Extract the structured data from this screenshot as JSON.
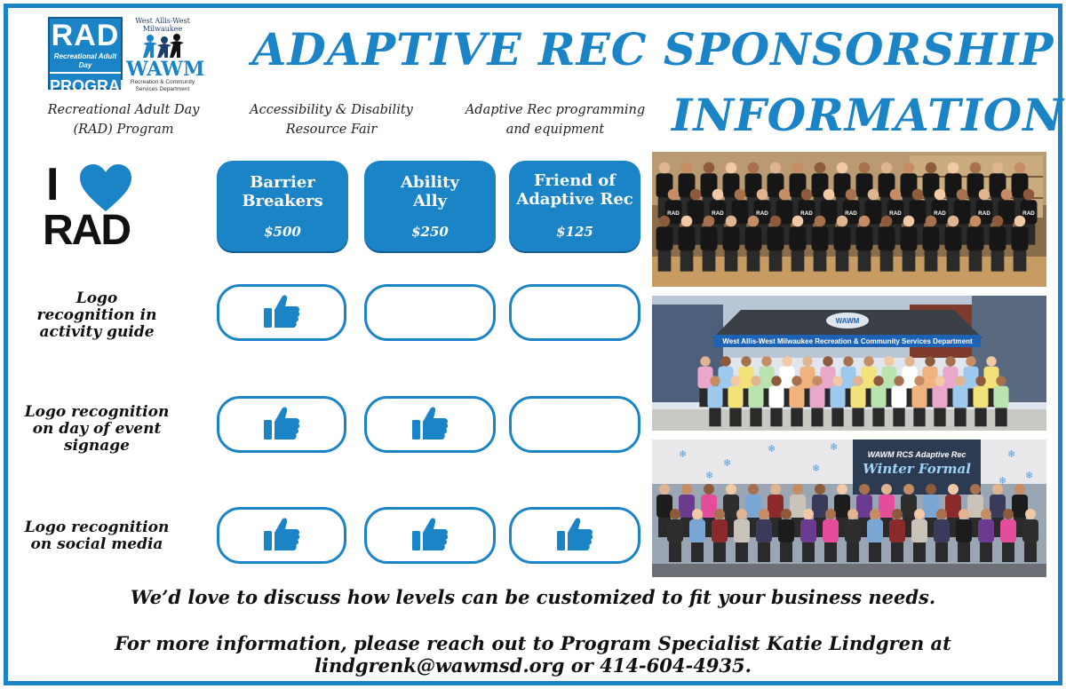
{
  "logos": {
    "rad": {
      "top": "RAD",
      "middle": "Recreational Adult Day",
      "bottom": "PROGRAM"
    },
    "wawm": {
      "arc": "West Allis-West Milwaukee",
      "name": "WAWM",
      "subtitle": "Recreation & Community Services Department"
    }
  },
  "title": {
    "line1": "ADAPTIVE REC SPONSORSHIP",
    "line2": "INFORMATION"
  },
  "column_headers": [
    {
      "line1": "Recreational Adult Day",
      "line2": "(RAD) Program"
    },
    {
      "line1": "Accessibility & Disability",
      "line2": "Resource Fair"
    },
    {
      "line1": "Adaptive Rec programming",
      "line2": "and equipment"
    }
  ],
  "love_badge": {
    "i": "I",
    "rad": "RAD"
  },
  "tiers": [
    {
      "name_line1": "Barrier",
      "name_line2": "Breakers",
      "price": "$500"
    },
    {
      "name_line1": "Ability",
      "name_line2": "Ally",
      "price": "$250"
    },
    {
      "name_line1": "Friend of",
      "name_line2": "Adaptive Rec",
      "price": "$125"
    }
  ],
  "benefits": [
    {
      "line1": "Logo",
      "line2": "recognition in",
      "line3": "activity guide",
      "included": [
        true,
        false,
        false
      ]
    },
    {
      "line1": "Logo recognition",
      "line2": "on day of event",
      "line3": "signage",
      "included": [
        true,
        true,
        false
      ]
    },
    {
      "line1": "Logo recognition",
      "line2": "on social media",
      "line3": "",
      "included": [
        true,
        true,
        true
      ]
    }
  ],
  "photos": {
    "tent_banner": "West Allis-West Milwaukee Recreation & Community Services Department",
    "tent_logo": "WAWM",
    "formal_line1": "WAWM RCS Adaptive Rec",
    "formal_line2": "Winter Formal",
    "shirt_text": "RAD"
  },
  "footer": {
    "line1": "We’d love to discuss how levels can be customized to fit your business needs.",
    "line2": "For more information, please reach out to Program Specialist Katie Lindgren at",
    "line3": "lindgrenk@wawmsd.org or 414-604-4935."
  },
  "colors": {
    "accent": "#1b84c7",
    "accent_dark": "#0f5d93",
    "text": "#111111",
    "background": "#ffffff"
  },
  "icons": {
    "thumb": "thumbs-up-icon",
    "heart": "heart-icon"
  }
}
